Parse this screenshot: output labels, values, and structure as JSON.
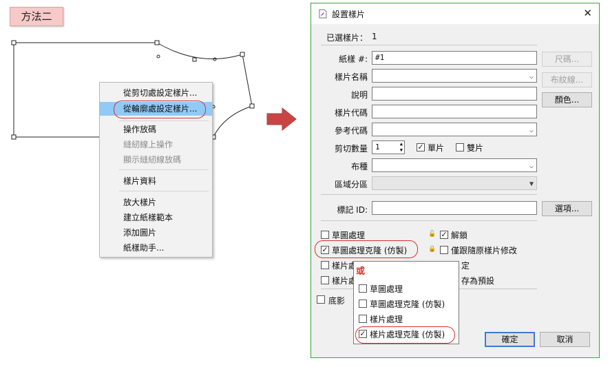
{
  "method_label": "方法二",
  "context_menu": {
    "items": [
      {
        "label": "從剪切處設定樣片...",
        "state": "normal"
      },
      {
        "label": "從輪廓處設定樣片...",
        "state": "highlighted"
      },
      {
        "label": "操作放碼",
        "state": "normal"
      },
      {
        "label": "縫紉線上操作",
        "state": "disabled"
      },
      {
        "label": "顯示縫紉線放碼",
        "state": "disabled"
      },
      {
        "label": "樣片資料",
        "state": "normal"
      },
      {
        "label": "放大樣片",
        "state": "normal"
      },
      {
        "label": "建立紙樣範本",
        "state": "normal"
      },
      {
        "label": "添加圖片",
        "state": "normal"
      },
      {
        "label": "紙樣助手...",
        "state": "normal"
      }
    ]
  },
  "dialog": {
    "title": "設置樣片",
    "selected_label": "已選樣片：",
    "selected_value": "1",
    "fields": {
      "paper_label": "紙樣 #:",
      "paper_value": "#1",
      "name_label": "樣片名稱",
      "desc_label": "說明",
      "code_label": "樣片代碼",
      "ref_label": "參考代碼",
      "cutqty_label": "剪切數量",
      "cutqty_value": "1",
      "single_label": "單片",
      "double_label": "雙片",
      "fabric_label": "布種",
      "zone_label": "區域分區",
      "mark_label": "標記 ID:"
    },
    "buttons": {
      "size": "尺碼...",
      "seam": "布紋線...",
      "color": "顏色...",
      "options": "選項...",
      "ok": "確定",
      "cancel": "取消"
    },
    "checkboxes": {
      "draft": "草圖處理",
      "draft_clone": "草圖處理克隆 (仿製)",
      "piece": "樣片處",
      "piece_clone": "樣片處",
      "unlock": "解鎖",
      "follow_origin": "僅跟隨原樣片修改",
      "right_cut_1": "定",
      "right_cut_2": "存為預設",
      "shadow": "底影"
    }
  },
  "popup": {
    "title": "或",
    "items": [
      {
        "label": "草圖處理",
        "checked": false
      },
      {
        "label": "草圖處理克隆 (仿製)",
        "checked": false
      },
      {
        "label": "樣片處理",
        "checked": false
      },
      {
        "label": "樣片處理克隆 (仿製)",
        "checked": true
      }
    ]
  },
  "colors": {
    "highlight": "#91c9f7",
    "annotation_red": "#d9312d",
    "dialog_border": "#3aa33a",
    "arrow": "#c94545"
  }
}
